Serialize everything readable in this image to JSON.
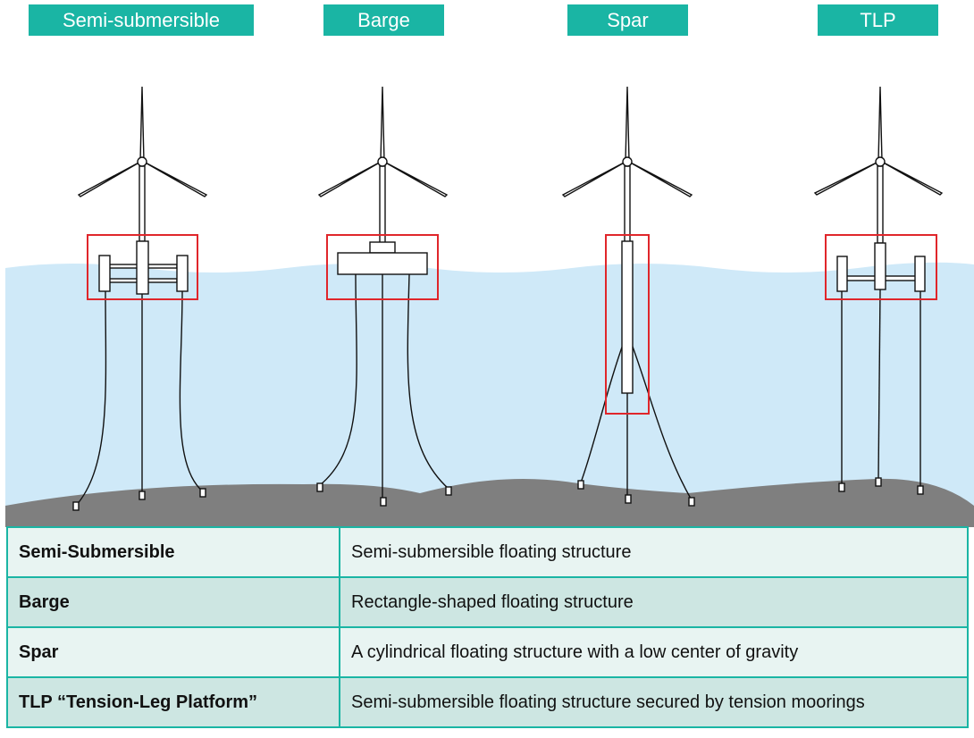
{
  "headers": [
    "Semi-submersible",
    "Barge",
    "Spar",
    "TLP"
  ],
  "rows": [
    {
      "name": "Semi-Submersible",
      "description": "Semi-submersible floating structure"
    },
    {
      "name": "Barge",
      "description": "Rectangle-shaped floating structure"
    },
    {
      "name": "Spar",
      "description": "A cylindrical floating structure with a low center of gravity"
    },
    {
      "name": "TLP “Tension-Leg Platform”",
      "description": "Semi-submersible floating structure secured by tension moorings"
    }
  ],
  "colors": {
    "accent": "#1ab5a4",
    "water": "#cfe9f8",
    "seabed": "#7f7f7f",
    "highlight": "#e0262b",
    "row_light": "#e8f4f2",
    "row_dark": "#cde6e2"
  }
}
